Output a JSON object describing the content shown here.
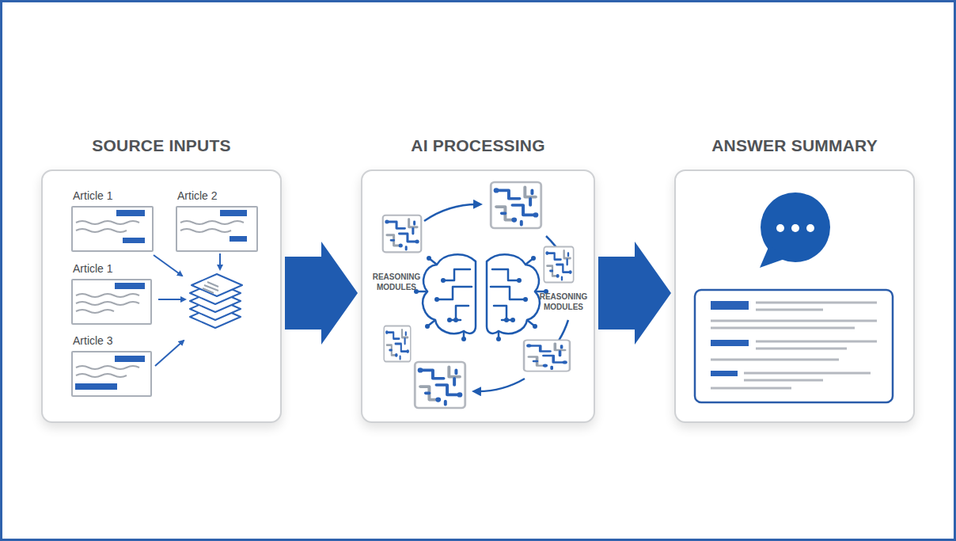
{
  "diagram": {
    "nodes": [
      {
        "text": [
          "SOURCE INPUTS"
        ]
      },
      {
        "text": [
          "Article 1"
        ],
        "in": 0
      },
      {
        "text": [
          "Article 2"
        ],
        "in": 0
      },
      {
        "text": [
          "Article 1"
        ],
        "in": 0
      },
      {
        "text": [
          "Article 3"
        ],
        "in": 0
      },
      {
        "text": [
          "AI PROCESSING"
        ]
      },
      {
        "text": [
          "ANSWER SUMMARY"
        ]
      }
    ],
    "edges": [
      {
        "from": 0,
        "to": 5,
        "arrow": "to"
      },
      {
        "from": 5,
        "to": 6,
        "arrow": "to"
      }
    ],
    "labels": [
      "REASONING MODULES",
      "REASONING MODULES"
    ]
  }
}
